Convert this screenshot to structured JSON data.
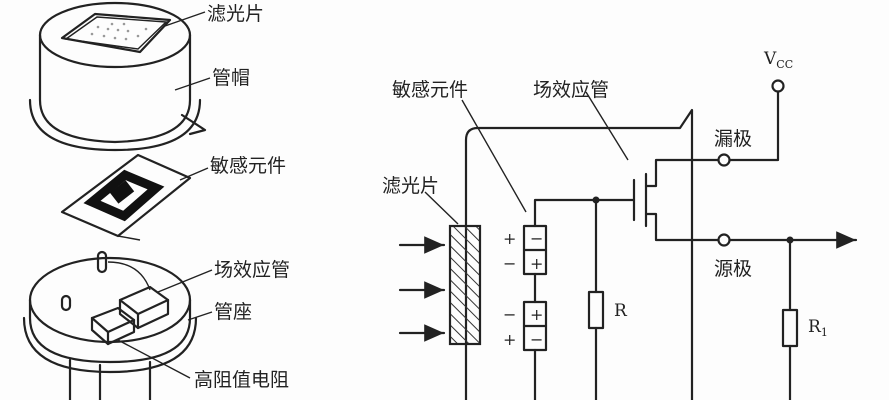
{
  "labels": {
    "left_filter": "滤光片",
    "left_cap": "管帽",
    "left_sensor": "敏感元件",
    "left_fet": "场效应管",
    "left_base": "管座",
    "left_resistor": "高阻值电阻",
    "right_sensor": "敏感元件",
    "right_fet": "场效应管",
    "right_filter": "滤光片",
    "drain": "漏极",
    "source": "源极",
    "vcc_main": "V",
    "vcc_sub": "CC",
    "r": "R",
    "r1_main": "R",
    "r1_sub": "1",
    "plus": "+",
    "minus": "−"
  },
  "colors": {
    "ink": "#222222",
    "filter_hatch": "#333333",
    "background": "#fdfdfd"
  }
}
